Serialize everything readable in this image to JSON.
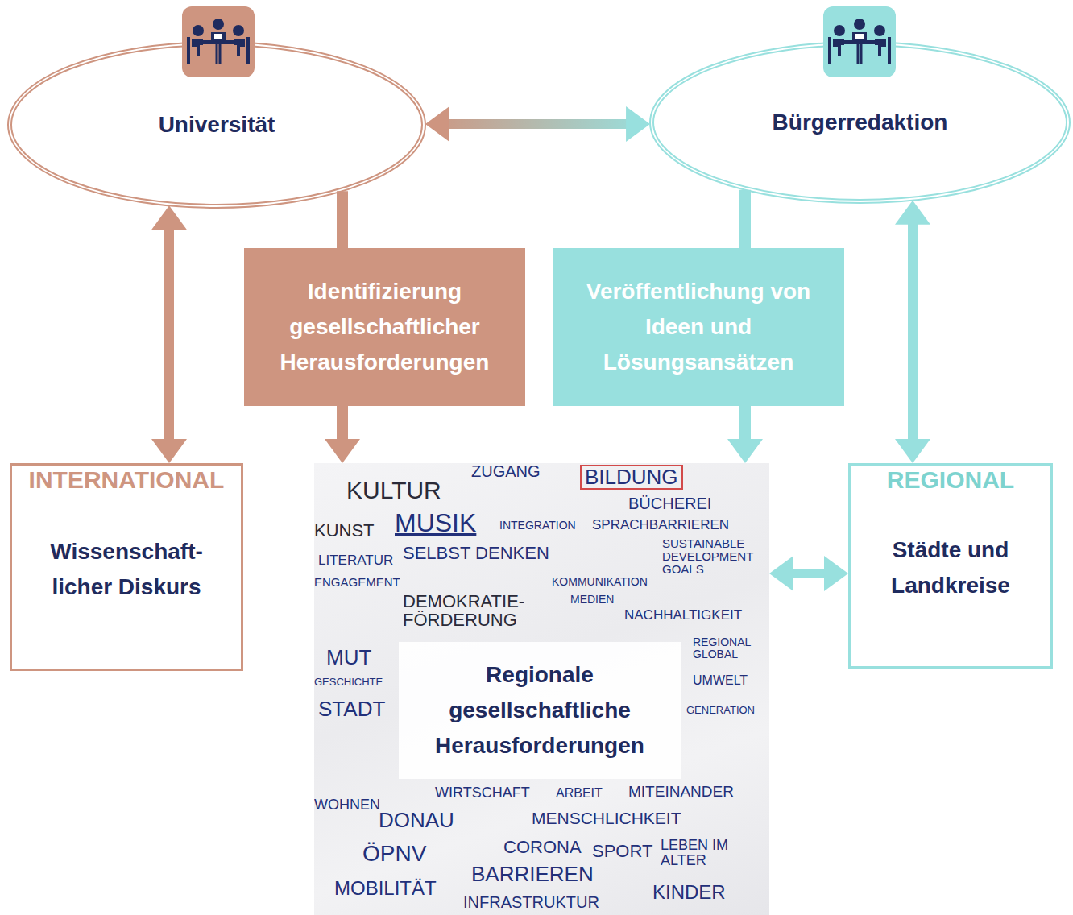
{
  "diagram": {
    "nodes": [
      {
        "text": [
          "Universität"
        ]
      },
      {
        "text": [
          "Bürgerredaktion"
        ]
      },
      {
        "text": [
          "Identifizierung gesellschaftlicher Herausforderungen"
        ]
      },
      {
        "text": [
          "Veröffentlichung von Ideen und Lösungsansätzen"
        ]
      },
      {
        "text": [
          "INTERNATIONAL",
          "Wissenschaft- licher Diskurs"
        ]
      },
      {
        "text": [
          "Regionale gesellschaftliche Herausforderungen"
        ]
      },
      {
        "text": [
          "REGIONAL",
          "Städte und Landkreise"
        ]
      }
    ],
    "edges": [
      {
        "from": 0,
        "to": 1,
        "arrow": "both"
      },
      {
        "from": 0,
        "to": 4,
        "arrow": "both"
      },
      {
        "from": 0,
        "to": 2,
        "arrow": "none"
      },
      {
        "from": 2,
        "to": 5,
        "arrow": "to"
      },
      {
        "from": 1,
        "to": 3,
        "arrow": "none"
      },
      {
        "from": 3,
        "to": 5,
        "arrow": "to"
      },
      {
        "from": 1,
        "to": 6,
        "arrow": "both"
      },
      {
        "from": 5,
        "to": 6,
        "arrow": "both"
      }
    ],
    "labels": [
      "ZUGANG",
      "KULTUR",
      "BILDUNG",
      "BÜCHEREI",
      "MUSIK",
      "INTEGRATION",
      "SPRACHBARRIEREN",
      "KUNST",
      "SELBST DENKEN",
      "LITERATUR",
      "SUSTAINABLE DEVELOPMENT GOALS",
      "KOMMUNIKATION",
      "ENGAGEMENT",
      "MEDIEN",
      "DEMOKRATIE- FÖRDERUNG",
      "NACHHALTIGKEIT",
      "MUT",
      "REGIONAL GLOBAL",
      "GESCHICHTE",
      "UMWELT",
      "STADT",
      "GENERATION",
      "WIRTSCHAFT",
      "ARBEIT",
      "MITEINANDER",
      "WOHNEN",
      "DONAU",
      "MENSCHLICHKEIT",
      "ÖPNV",
      "CORONA",
      "SPORT",
      "LEBEN IM ALTER",
      "BARRIEREN",
      "MOBILITÄT",
      "KINDER",
      "INFRASTRUKTUR"
    ]
  }
}
